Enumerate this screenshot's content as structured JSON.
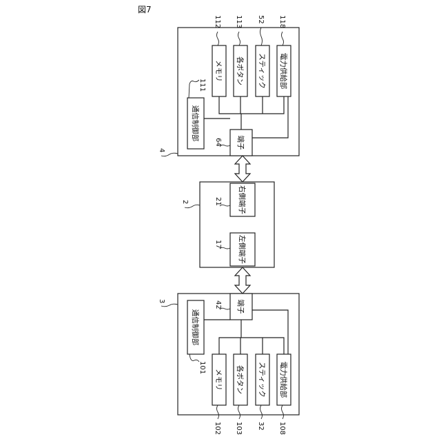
{
  "figure_label": "図7",
  "right_device": {
    "ref": "4",
    "memory": {
      "label": "メモリ",
      "ref": "112"
    },
    "buttons": {
      "label": "各ボタン",
      "ref": "113"
    },
    "stick": {
      "label": "スティック",
      "ref": "52"
    },
    "power": {
      "label": "電力供給部",
      "ref": "118"
    },
    "comm": {
      "label": "通信制御部",
      "ref": "111"
    },
    "terminal": {
      "label": "端子",
      "ref": "64"
    }
  },
  "main_device": {
    "ref": "2",
    "right_terminal": {
      "label": "右側端子",
      "ref": "21"
    },
    "left_terminal": {
      "label": "左側端子",
      "ref": "17"
    }
  },
  "left_device": {
    "ref": "3",
    "terminal": {
      "label": "端子",
      "ref": "42"
    },
    "comm": {
      "label": "通信制御部",
      "ref": "101"
    },
    "memory": {
      "label": "メモリ",
      "ref": "102"
    },
    "buttons": {
      "label": "各ボタン",
      "ref": "103"
    },
    "stick": {
      "label": "スティック",
      "ref": "32"
    },
    "power": {
      "label": "電力供給部",
      "ref": "108"
    }
  }
}
